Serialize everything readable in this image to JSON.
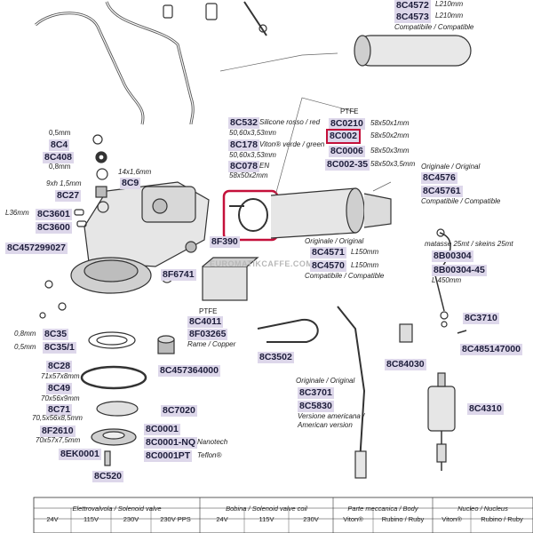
{
  "watermark": "EUROMATIKCAFFE.COM",
  "colors": {
    "code_bg": "#ddd7ea",
    "highlight": "#c4103a",
    "line": "#333333"
  },
  "labels": {
    "c_8c4572": "8C4572",
    "s_l210_a": "L210mm",
    "c_8c4573": "8C4573",
    "s_l210_b": "L210mm",
    "s_compatibile_top": "Compatibile / Compatible",
    "s_05mm": "0,5mm",
    "c_8c4": "8C4",
    "c_8c408": "8C408",
    "s_08mm": "0,8mm",
    "s_14x1": "14x1,6mm",
    "c_8c9": "8C9",
    "s_9xh": "9xh 1,5mm",
    "c_8c27": "8C27",
    "s_136": "L36mm",
    "c_8c3601": "8C3601",
    "c_8c3600": "8C3600",
    "c_8c457299027": "8C457299027",
    "c_8c532": "8C532",
    "s_silicone": "Silicone rosso / red",
    "s_5060a": "50,60x3,53mm",
    "c_8c178": "8C178",
    "s_viton": "Viton® verde / green",
    "s_5060b": "50,60x3,53mm",
    "c_8c078": "8C078",
    "s_en": "EN",
    "s_58x50x2_left": "58x50x2mm",
    "s_ptfe_top": "PTFE",
    "c_8c0210": "8C0210",
    "s_58x50x1": "58x50x1mm",
    "c_8c002": "8C002",
    "s_58x50x2": "58x50x2mm",
    "c_8c0006": "8C0006",
    "s_58x50x3": "58x50x3mm",
    "c_8c002_35": "8C002-35",
    "s_58x50x35": "58x50x3,5mm",
    "s_originale_right": "Originale / Original",
    "c_8c4576": "8C4576",
    "c_8c45761": "8C45761",
    "s_compatibile_right": "Compatibile / Compatible",
    "c_8f390": "8F390",
    "s_originale_mid": "Originale / Original",
    "c_8c4571": "8C4571",
    "s_l150_a": "L150mm",
    "c_8c4570": "8C4570",
    "s_l150_b": "L150mm",
    "s_compatibile_mid": "Compatibile / Compatible",
    "s_matasse": "matasse 25mt / skeins 25mt",
    "c_8b00304": "8B00304",
    "c_8b00304_45": "8B00304-45",
    "s_l450": "L 450mm",
    "c_8f6741": "8F6741",
    "s_ptfe_mid": "PTFE",
    "c_8c4011": "8C4011",
    "c_8f03265": "8F03265",
    "s_rame": "Rame / Copper",
    "c_8c3710": "8C3710",
    "c_8c485147000": "8C485147000",
    "s_08mm_b": "0,8mm",
    "c_8c35": "8C35",
    "s_05mm_b": "0,5mm",
    "c_8c35_1": "8C35/1",
    "c_8c457364000": "8C457364000",
    "c_8c3502": "8C3502",
    "c_8c84030": "8C84030",
    "c_8c28": "8C28",
    "s_71x57": "71x57x8mm",
    "c_8c49": "8C49",
    "s_70x56": "70x56x9mm",
    "c_8c71": "8C71",
    "s_705x56": "70,5x56x8,5mm",
    "c_8f2610": "8F2610",
    "s_70x57x7": "70x57x7,5mm",
    "c_8c7020": "8C7020",
    "s_originale_bot": "Originale / Original",
    "c_8c3701": "8C3701",
    "c_8c5830": "8C5830",
    "s_versione": "Versione americana /",
    "s_american": "American version",
    "c_8c4310": "8C4310",
    "c_8c0001": "8C0001",
    "c_8c0001_nq": "8C0001-NQ",
    "s_nanotech": "Nanotech",
    "c_8c0001pt": "8C0001PT",
    "s_teflon": "Teflon®",
    "c_8ek0001": "8EK0001",
    "c_8c520": "8C520"
  },
  "legend": {
    "groups": [
      "Elettrovalvola / Solenoid valve",
      "Bobina / Solenoid valve coil",
      "Parte meccanica / Body",
      "Nucleo / Nucleus"
    ],
    "cols": [
      "24V",
      "115V",
      "230V",
      "230V PPS",
      "24V",
      "115V",
      "230V",
      "Viton®",
      "Rubino / Ruby",
      "Viton®",
      "Rubino / Ruby"
    ]
  }
}
